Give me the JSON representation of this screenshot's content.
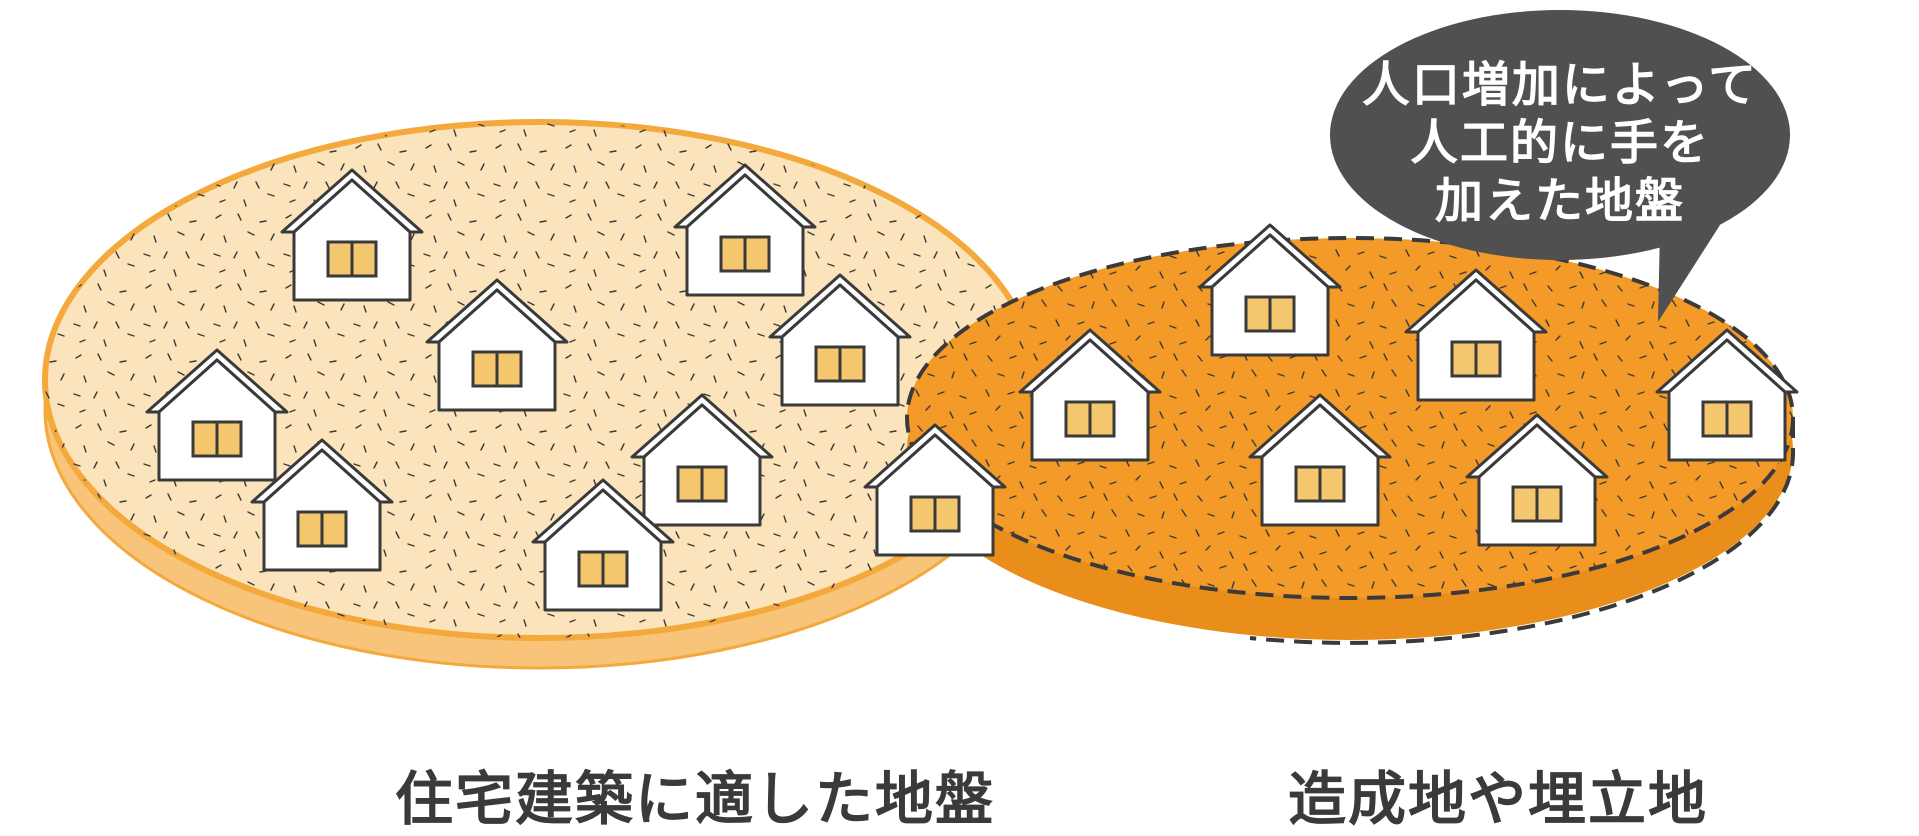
{
  "labels": {
    "natural_ground": "住宅建築に適した地盤",
    "artificial_ground": "造成地や埋立地"
  },
  "bubble": {
    "lines": [
      "人口増加によって",
      "人工的に手を",
      "加えた地盤"
    ]
  },
  "colors": {
    "natural_fill": "#fbe4bb",
    "natural_edge": "#f7c47a",
    "natural_outline": "#f3a93c",
    "artificial_fill": "#f39a28",
    "artificial_edge": "#e98d1b",
    "house_outline": "#3a3a3a",
    "window_fill": "#f4c76e",
    "bubble_fill": "#514f50",
    "caption_text": "#3a3a3a"
  },
  "icons": {
    "house": "house-icon",
    "speech_bubble": "speech-bubble-icon"
  }
}
